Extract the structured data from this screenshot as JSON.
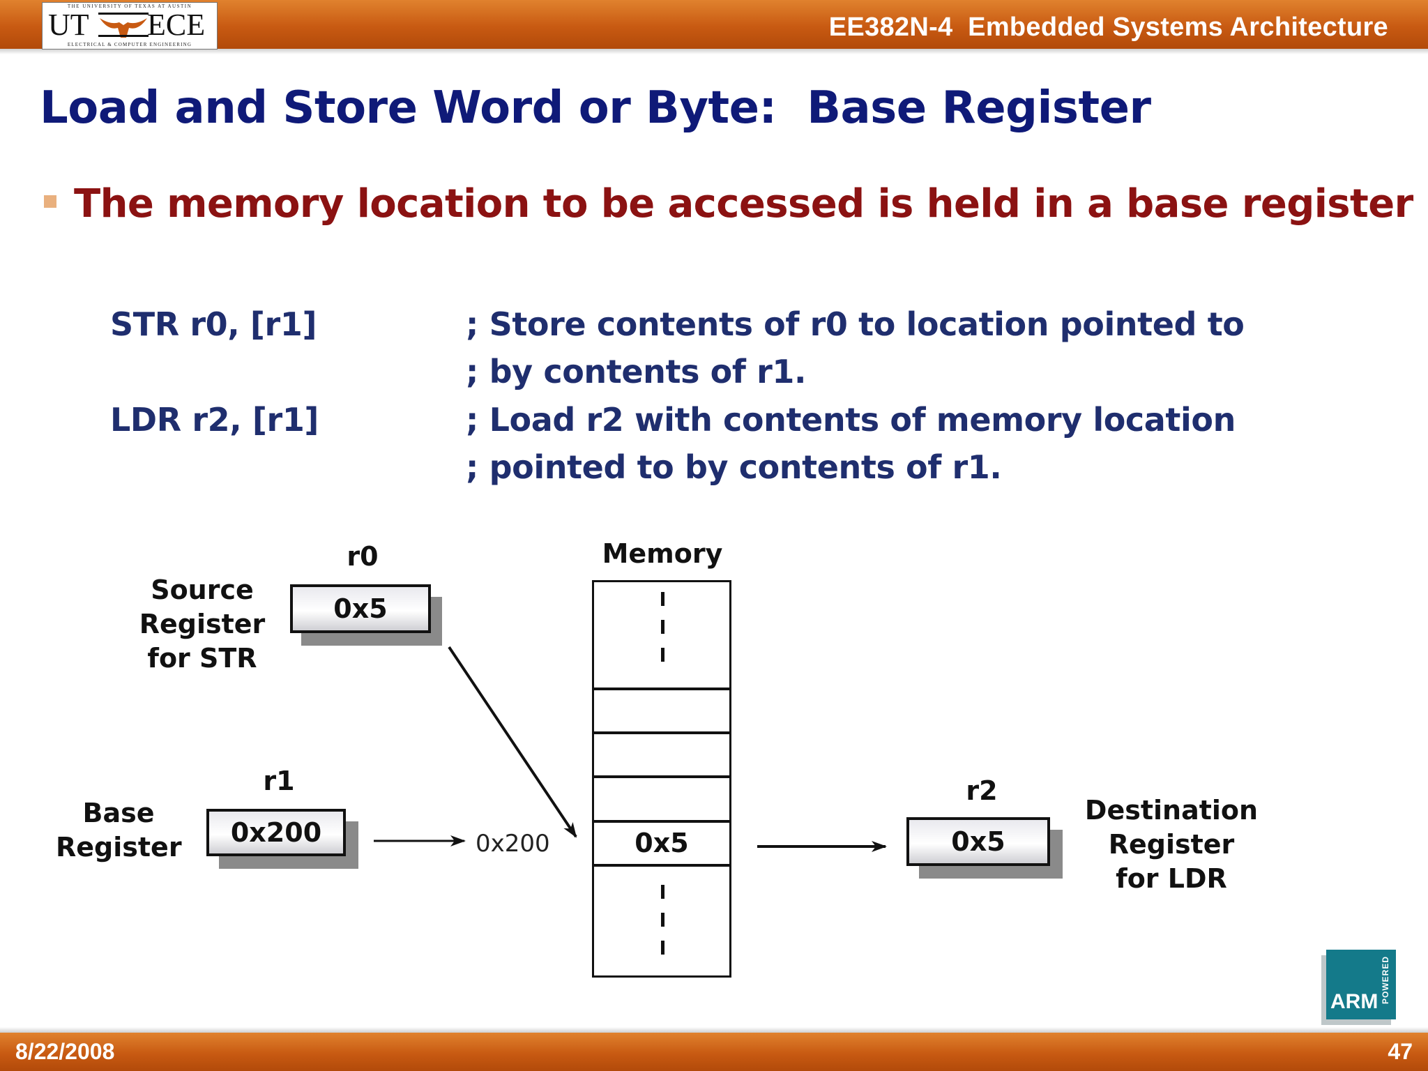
{
  "header": {
    "course_title": "EE382N-4  Embedded Systems Architecture",
    "logo": {
      "top_text": "THE UNIVERSITY OF TEXAS AT AUSTIN",
      "left_text": "UT",
      "right_text": "ECE",
      "bottom_text": "ELECTRICAL & COMPUTER ENGINEERING"
    }
  },
  "slide": {
    "title": "Load and Store Word or Byte:  Base Register",
    "bullet": "The memory location to be accessed is held in a base register",
    "code": [
      {
        "instruction": "STR r0, [r1]",
        "comment_lines": [
          "; Store contents of r0 to location pointed to",
          "; by contents of r1."
        ]
      },
      {
        "instruction": "LDR r2, [r1]",
        "comment_lines": [
          "; Load r2 with contents of memory location",
          "; pointed to by contents of r1."
        ]
      }
    ]
  },
  "diagram": {
    "r0": {
      "name": "r0",
      "value": "0x5",
      "description": "Source\nRegister\nfor STR"
    },
    "r1": {
      "name": "r1",
      "value": "0x200",
      "description": "Base\nRegister"
    },
    "r2": {
      "name": "r2",
      "value": "0x5",
      "description": "Destination\nRegister\nfor LDR"
    },
    "address_label": "0x200",
    "memory": {
      "title": "Memory",
      "cell_value": "0x5"
    }
  },
  "footer": {
    "date": "8/22/2008",
    "page_number": "47"
  },
  "arm_logo": {
    "text": "ARM",
    "sub": "POWERED"
  }
}
